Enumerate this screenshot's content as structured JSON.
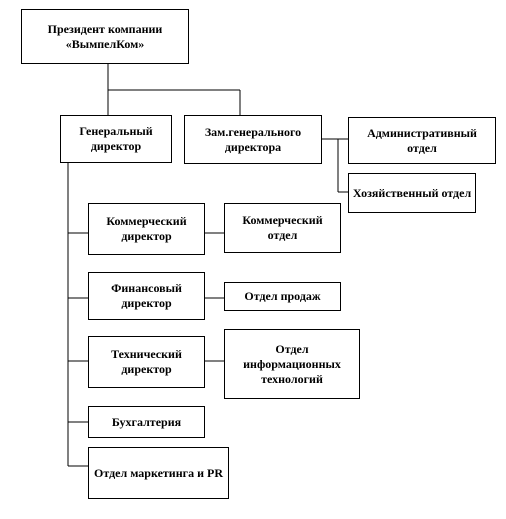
{
  "nodes": {
    "president": "Президент компании «ВымпелКом»",
    "general_director": "Генеральный директор",
    "deputy_director": "Зам.генерального директора",
    "admin_dept": "Административный отдел",
    "household_dept": "Хозяйственный отдел",
    "commercial_director": "Коммерческий директор",
    "commercial_dept": "Коммерческий отдел",
    "financial_director": "Финансовый директор",
    "sales_dept": "Отдел продаж",
    "technical_director": "Технический директор",
    "it_dept": "Отдел информационных технологий",
    "accounting": "Бухгалтерия",
    "marketing_dept": "Отдел маркетинга и PR"
  }
}
